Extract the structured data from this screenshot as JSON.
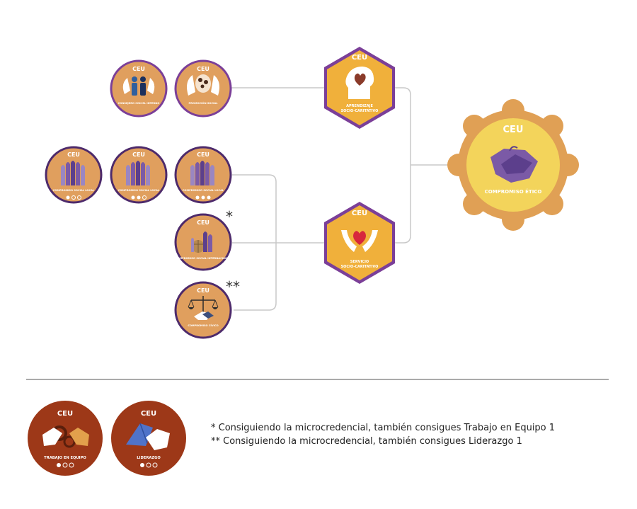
{
  "brand": "CEU",
  "colors": {
    "badge_fill": "#e09f5e",
    "badge_ring": "#7b3f98",
    "hex_fill": "#f0b03b",
    "hex_ring": "#7b3f98",
    "final_outer": "#e0a055",
    "final_inner": "#f3d45b",
    "rust": "#9d3818",
    "purple": "#7b5aa6",
    "line": "#c8c8c8"
  },
  "badges": {
    "consejo": {
      "label": "CONSEJERO CON EL INTERNO",
      "icon": "protected-people-icon"
    },
    "promocion": {
      "label": "PROMOCIÓN SOCIAL",
      "icon": "head-in-hands-icon"
    },
    "cs_local_1": {
      "label": "COMPROMISO SOCIAL LOCAL",
      "icon": "raised-hands-icon"
    },
    "cs_local_2": {
      "label": "COMPROMISO SOCIAL LOCAL",
      "icon": "raised-hands-icon"
    },
    "cs_local_3": {
      "label": "COMPROMISO SOCIAL LOCAL",
      "icon": "raised-hands-icon"
    },
    "internacional": {
      "label": "COMPROMISO SOCIAL INTERNACIONAL",
      "icon": "hands-globe-icon",
      "note": "*"
    },
    "civico": {
      "label": "COMPROMISO CÍVICO",
      "icon": "scales-handshake-icon",
      "note": "**"
    }
  },
  "hexagons": {
    "aprendizaje": {
      "label_1": "APRENDIZAJE",
      "label_2": "SOCIO-CARITATIVO",
      "icon": "head-heart-icon"
    },
    "servicio": {
      "label_1": "SERVICIO",
      "label_2": "SOCIO-CARITATIVO",
      "icon": "hands-heart-icon"
    }
  },
  "final": {
    "label": "COMPROMISO ÉTICO",
    "icon": "handshake-icon"
  },
  "bottom_badges": {
    "trabajo": {
      "label": "TRABAJO EN EQUIPO",
      "icon": "gears-hands-icon"
    },
    "liderazgo": {
      "label": "LIDERAZGO",
      "icon": "flag-hand-icon"
    }
  },
  "footnotes": {
    "note1": "* Consiguiendo la microcredencial, también consigues Trabajo en Equipo 1",
    "note2": "** Consiguiendo la microcredencial, también consigues Liderazgo 1"
  }
}
